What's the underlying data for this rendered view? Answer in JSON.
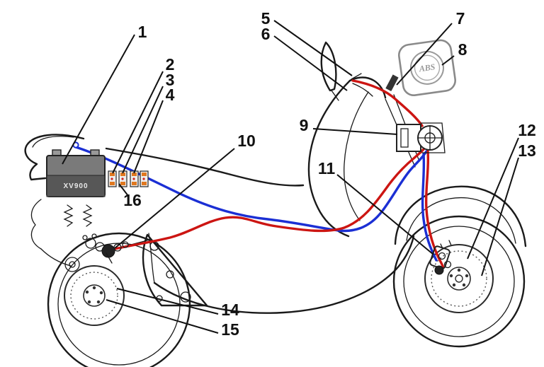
{
  "figure": {
    "battery_label": "XV900",
    "abs_badge_text": "ABS",
    "colors": {
      "brake_line_red": "#cc1512",
      "wire_blue": "#1b2fd4",
      "outline_black": "#1a1a1a",
      "fuse_orange": "#e07820",
      "background": "#ffffff"
    },
    "callouts": [
      {
        "number": "1"
      },
      {
        "number": "2"
      },
      {
        "number": "3"
      },
      {
        "number": "4"
      },
      {
        "number": "5"
      },
      {
        "number": "6"
      },
      {
        "number": "7"
      },
      {
        "number": "8"
      },
      {
        "number": "9"
      },
      {
        "number": "10"
      },
      {
        "number": "11"
      },
      {
        "number": "12"
      },
      {
        "number": "13"
      },
      {
        "number": "14"
      },
      {
        "number": "15"
      },
      {
        "number": "16"
      }
    ]
  }
}
